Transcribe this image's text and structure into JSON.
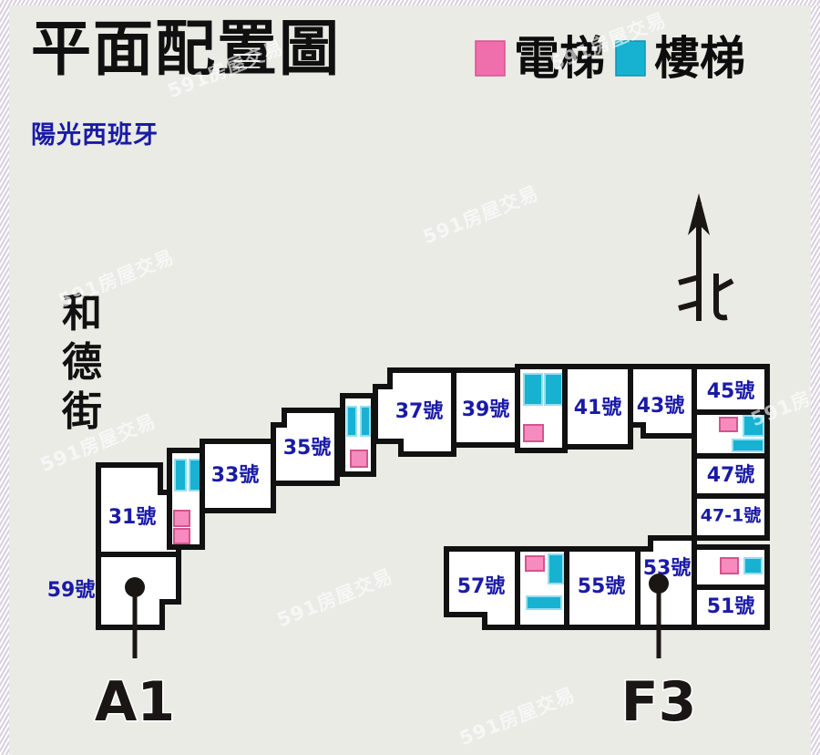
{
  "page": {
    "background_color": "#e9ebe4",
    "wall_color": "#111111",
    "unit_fill_color": "#ffffff",
    "label_color": "#1a1aa8"
  },
  "header": {
    "title": "平面配置圖",
    "subtitle": "陽光西班牙",
    "legend": [
      {
        "label": "電梯",
        "color": "#ef6fad",
        "icon": "elevator-swatch"
      },
      {
        "label": "樓梯",
        "color": "#17b2d2",
        "icon": "stairs-swatch"
      }
    ]
  },
  "compass": {
    "label": "北",
    "icon": "north-arrow-icon"
  },
  "street": {
    "name": "和德街"
  },
  "markers": [
    {
      "id": "A1",
      "label": "A1"
    },
    {
      "id": "F3",
      "label": "F3"
    }
  ],
  "units": [
    {
      "id": "u59",
      "label": "59號"
    },
    {
      "id": "u31",
      "label": "31號"
    },
    {
      "id": "u33",
      "label": "33號"
    },
    {
      "id": "u35",
      "label": "35號"
    },
    {
      "id": "u37",
      "label": "37號"
    },
    {
      "id": "u39",
      "label": "39號"
    },
    {
      "id": "u41",
      "label": "41號"
    },
    {
      "id": "u43",
      "label": "43號"
    },
    {
      "id": "u45",
      "label": "45號"
    },
    {
      "id": "u47",
      "label": "47號"
    },
    {
      "id": "u471",
      "label": "47-1號"
    },
    {
      "id": "u51",
      "label": "51號"
    },
    {
      "id": "u53",
      "label": "53號"
    },
    {
      "id": "u55",
      "label": "55號"
    },
    {
      "id": "u57",
      "label": "57號"
    }
  ],
  "cores": [
    {
      "id": "core-31-33",
      "elevators": 2,
      "stairs": 2,
      "note": "兩座樓梯於上方，兩座電梯於下方"
    },
    {
      "id": "core-35-37",
      "elevators": 1,
      "stairs": 2
    },
    {
      "id": "core-39-41",
      "elevators": 1,
      "stairs": 2
    },
    {
      "id": "core-45-47",
      "elevators": 1,
      "stairs": 2
    },
    {
      "id": "core-51",
      "elevators": 1,
      "stairs": 1
    },
    {
      "id": "core-55-57",
      "elevators": 1,
      "stairs": 2
    }
  ],
  "watermarks": [
    "591房屋交易",
    "591房屋交易",
    "591房屋交易",
    "591房屋交易",
    "591房屋交易",
    "591房屋交易",
    "591房屋交易",
    "591房屋交易"
  ]
}
